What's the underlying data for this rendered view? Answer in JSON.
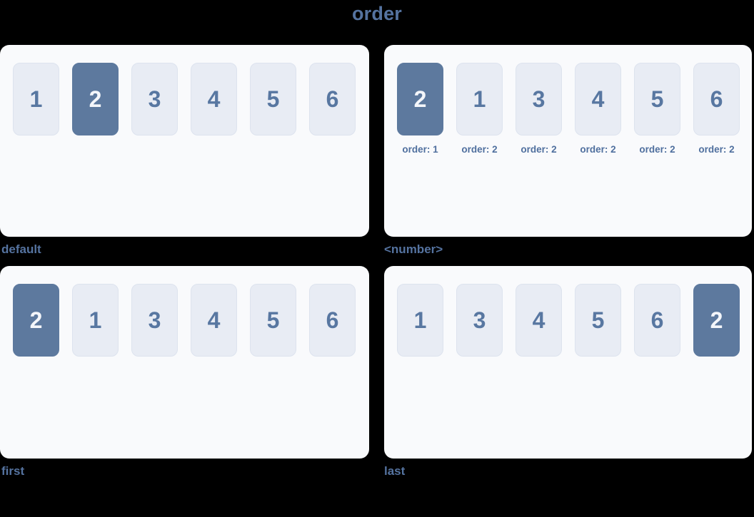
{
  "title": "order",
  "colors": {
    "bg": "#000000",
    "accent": "#5573a0",
    "panel_bg": "#f9fafc",
    "box_bg": "#e8ecf4",
    "box_border": "#dde3ee",
    "box_text": "#5877a1",
    "hl_bg": "#5d799e",
    "hl_text": "#f4f6fa",
    "sub_text": "#4f6f9e"
  },
  "panels": [
    {
      "caption": "default",
      "items": [
        {
          "label": "1",
          "highlighted": false
        },
        {
          "label": "2",
          "highlighted": true
        },
        {
          "label": "3",
          "highlighted": false
        },
        {
          "label": "4",
          "highlighted": false
        },
        {
          "label": "5",
          "highlighted": false
        },
        {
          "label": "6",
          "highlighted": false
        }
      ]
    },
    {
      "caption": "<number>",
      "items": [
        {
          "label": "2",
          "highlighted": true,
          "sub": "order: 1"
        },
        {
          "label": "1",
          "highlighted": false,
          "sub": "order: 2"
        },
        {
          "label": "3",
          "highlighted": false,
          "sub": "order: 2"
        },
        {
          "label": "4",
          "highlighted": false,
          "sub": "order: 2"
        },
        {
          "label": "5",
          "highlighted": false,
          "sub": "order: 2"
        },
        {
          "label": "6",
          "highlighted": false,
          "sub": "order: 2"
        }
      ]
    },
    {
      "caption": "first",
      "items": [
        {
          "label": "2",
          "highlighted": true
        },
        {
          "label": "1",
          "highlighted": false
        },
        {
          "label": "3",
          "highlighted": false
        },
        {
          "label": "4",
          "highlighted": false
        },
        {
          "label": "5",
          "highlighted": false
        },
        {
          "label": "6",
          "highlighted": false
        }
      ]
    },
    {
      "caption": "last",
      "items": [
        {
          "label": "1",
          "highlighted": false
        },
        {
          "label": "3",
          "highlighted": false
        },
        {
          "label": "4",
          "highlighted": false
        },
        {
          "label": "5",
          "highlighted": false
        },
        {
          "label": "6",
          "highlighted": false
        },
        {
          "label": "2",
          "highlighted": true
        }
      ]
    }
  ]
}
